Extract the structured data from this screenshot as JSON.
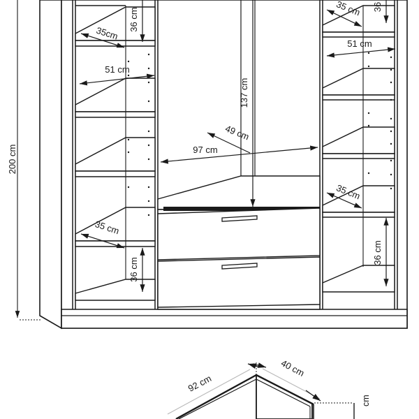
{
  "drawing": {
    "title": "Wardrobe technical dimension drawing",
    "units": "cm",
    "line_color": "#1a1a1a",
    "fill_color": "#ffffff",
    "text_color": "#1a1a1a"
  },
  "main_view": {
    "name": "front-perspective-wardrobe",
    "dimensions": {
      "overall_height": "200 cm",
      "left_shelf_depth": "35cm",
      "left_shelf_width": "51 cm",
      "left_top_compartment_height": "36 cm",
      "left_bottom_shelf_depth": "35 cm",
      "left_bottom_compartment_height": "36 cm",
      "center_hanging_height": "137 cm",
      "center_width": "97 cm",
      "center_depth": "49 cm",
      "right_top_shelf_depth": "35 cm",
      "right_top_compartment_height": "36",
      "right_shelf_width": "51 cm",
      "right_lower_shelf_depth": "35 cm",
      "right_bottom_compartment_height": "36 cm"
    }
  },
  "detail_view": {
    "name": "top-corner-detail",
    "dimensions": {
      "width": "92 cm",
      "depth": "40 cm",
      "height_partial": "cm"
    }
  },
  "labels": {
    "l_200": "200 cm",
    "l_35_topleft": "35cm",
    "l_36_topleft": "36 cm",
    "l_51_left": "51 cm",
    "l_35_botleft": "35 cm",
    "l_36_botleft": "36 cm",
    "l_137": "137 cm",
    "l_97": "97 cm",
    "l_49": "49 cm",
    "l_35_topright": "35 cm",
    "l_36_topright": "36",
    "l_51_right": "51 cm",
    "l_35_botright": "35 cm",
    "l_36_botright": "36 cm",
    "l_92": "92 cm",
    "l_40": "40 cm",
    "l_cm": "cm"
  }
}
